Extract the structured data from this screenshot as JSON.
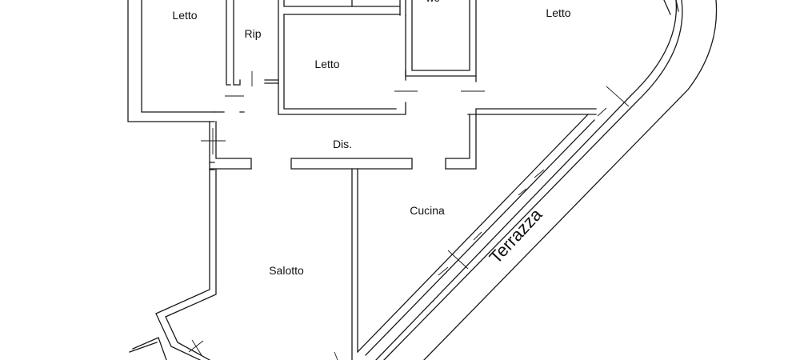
{
  "rooms": {
    "letto_left": "Letto",
    "rip": "Rip",
    "letto_center": "Letto",
    "wc": "wc",
    "letto_right": "Letto",
    "dis": "Dis.",
    "cucina": "Cucina",
    "salotto": "Salotto",
    "terrazza": "Terrazza"
  },
  "colors": {
    "line": "#1a1a1a",
    "background": "#ffffff"
  }
}
